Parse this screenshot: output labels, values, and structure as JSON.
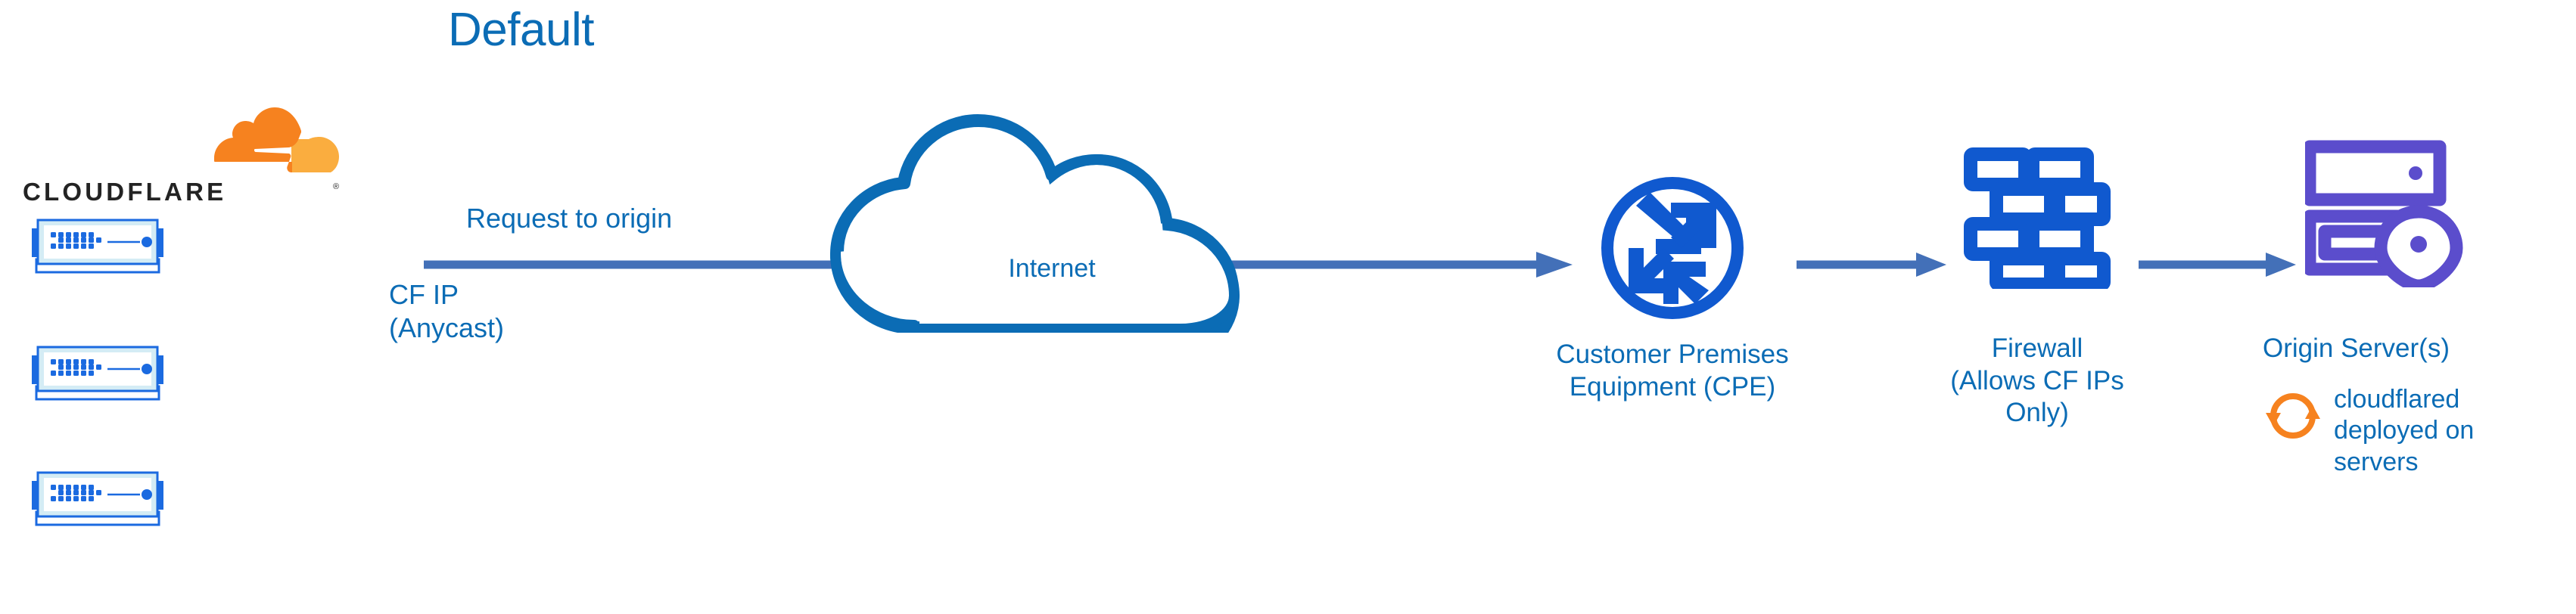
{
  "diagram": {
    "title": "Default",
    "colors": {
      "label_blue": "#0b6cb5",
      "arrow_blue": "#4370b8",
      "icon_blue": "#1059cf",
      "edge_blue": "#1b6ae0",
      "origin_purple": "#5b4dcc",
      "cloudflare_orange": "#f6821f",
      "cloudflare_orange_light": "#faad3f"
    },
    "brand": {
      "logo_name": "cloudflare-logo",
      "wordmark": "CLOUDFLARE",
      "trademark": "®"
    },
    "edge_servers": {
      "name": "cloudflare-edge-server-stack",
      "count": 3
    },
    "edges": {
      "request_to_origin": "Request to origin",
      "cf_ip_line1": "CF IP",
      "cf_ip_line2": "(Anycast)"
    },
    "nodes": [
      {
        "id": "internet",
        "icon": "cloud-icon",
        "label": "Internet"
      },
      {
        "id": "cpe",
        "icon": "router-icon",
        "label_line1": "Customer Premises",
        "label_line2": "Equipment (CPE)"
      },
      {
        "id": "firewall",
        "icon": "brick-wall-icon",
        "label_line1": "Firewall",
        "label_line2": "(Allows CF IPs Only)"
      },
      {
        "id": "origin",
        "icon": "server-location-icon",
        "label": "Origin Server(s)",
        "note_icon": "sync-arrows-icon",
        "note_line1": "cloudflared",
        "note_line2": "deployed on",
        "note_line3": "servers"
      }
    ]
  }
}
